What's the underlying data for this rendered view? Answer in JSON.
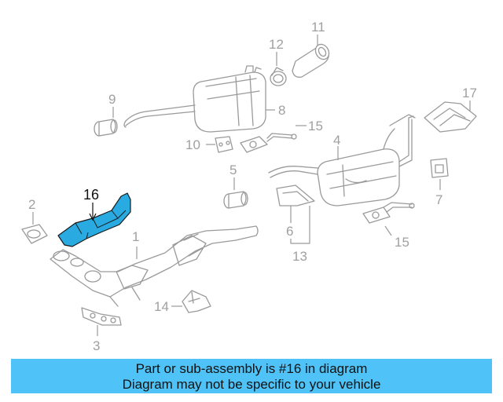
{
  "diagram": {
    "callouts": [
      "1",
      "2",
      "3",
      "4",
      "5",
      "6",
      "7",
      "8",
      "9",
      "10",
      "11",
      "12",
      "13",
      "14",
      "15",
      "15",
      "16",
      "17"
    ],
    "highlighted_part": "16",
    "highlight_color": "#29abe2"
  },
  "banner": {
    "line1": "Part or sub-assembly is #16 in diagram",
    "line2": "Diagram may not be specific to your vehicle",
    "background": "#4fc3f7"
  }
}
